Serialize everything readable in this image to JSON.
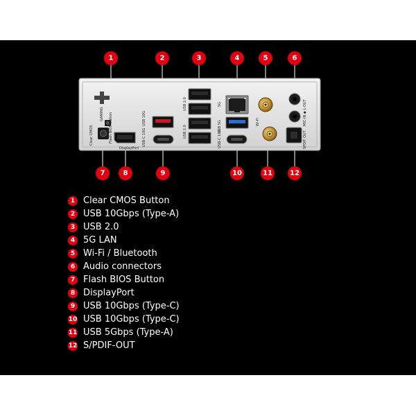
{
  "accent_color": "#e00010",
  "badges": {
    "b1": "1",
    "b2": "2",
    "b3": "3",
    "b4": "4",
    "b5": "5",
    "b6": "6",
    "b7": "7",
    "b8": "8",
    "b9": "9",
    "b10": "10",
    "b11": "11",
    "b12": "12"
  },
  "panel_labels": {
    "gaming": "GAMING",
    "clear_cmos": "Clear CMOS",
    "flash_bios": "Flash BIOS Button",
    "displayport": "DisplayPort",
    "usb_10g": "USB 10G",
    "usb_c_10g": "USB-C 10G",
    "usb_2_top": "USB 2.0",
    "usb_2_bottom": "USB 2.0",
    "lan_5g": "5G",
    "usb_5g": "USB 5G",
    "wifi": "Wi-Fi",
    "spdif_out": "SPDIF OUT",
    "audio": "MIC-IN ◆ L-OUT"
  },
  "legend": [
    {
      "num": "1",
      "label": "Clear CMOS Button"
    },
    {
      "num": "2",
      "label": "USB 10Gbps (Type-A)"
    },
    {
      "num": "3",
      "label": "USB 2.0"
    },
    {
      "num": "4",
      "label": "5G LAN"
    },
    {
      "num": "5",
      "label": "Wi-Fi / Bluetooth"
    },
    {
      "num": "6",
      "label": "Audio connectors"
    },
    {
      "num": "7",
      "label": "Flash BIOS Button"
    },
    {
      "num": "8",
      "label": "DisplayPort"
    },
    {
      "num": "9",
      "label": "USB 10Gbps (Type-C)"
    },
    {
      "num": "10",
      "label": "USB 10Gbps (Type-C)"
    },
    {
      "num": "11",
      "label": "USB 5Gbps (Type-A)"
    },
    {
      "num": "12",
      "label": "S/PDIF-OUT"
    }
  ]
}
